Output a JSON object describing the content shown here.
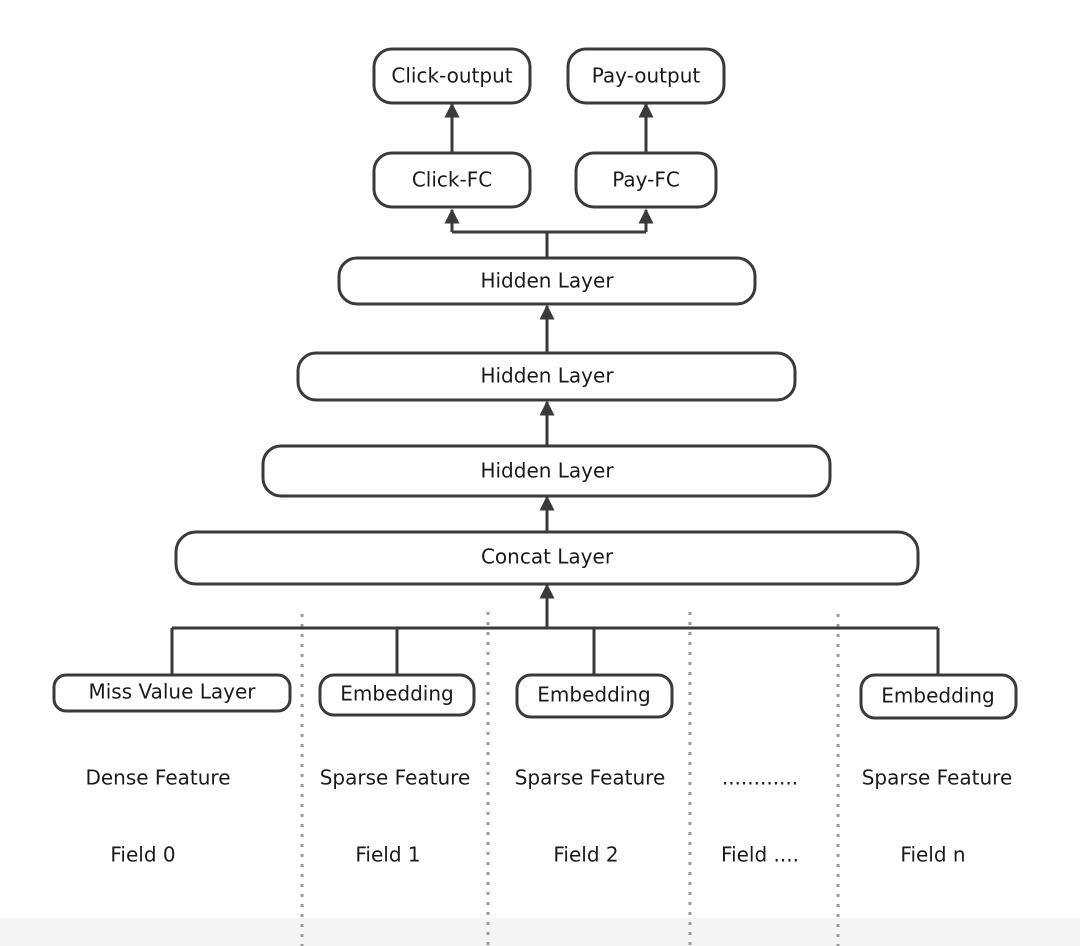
{
  "nodes": {
    "click_output": "Click-output",
    "pay_output": "Pay-output",
    "click_fc": "Click-FC",
    "pay_fc": "Pay-FC",
    "hidden_layer_top": "Hidden Layer",
    "hidden_layer_middle": "Hidden Layer",
    "hidden_layer_bottom": "Hidden Layer",
    "concat_layer": "Concat Layer",
    "miss_value_layer": "Miss Value Layer",
    "embedding_1": "Embedding",
    "embedding_2": "Embedding",
    "embedding_n": "Embedding"
  },
  "columns": [
    {
      "feature": "Dense Feature",
      "field": "Field 0"
    },
    {
      "feature": "Sparse Feature",
      "field": "Field 1"
    },
    {
      "feature": "Sparse Feature",
      "field": "Field 2"
    },
    {
      "feature": "............",
      "field": "Field ...."
    },
    {
      "feature": "Sparse Feature",
      "field": "Field n"
    }
  ],
  "colors": {
    "stroke": "#3a3a3a",
    "divider": "#9a9a9a",
    "text": "#1a1a1a"
  }
}
